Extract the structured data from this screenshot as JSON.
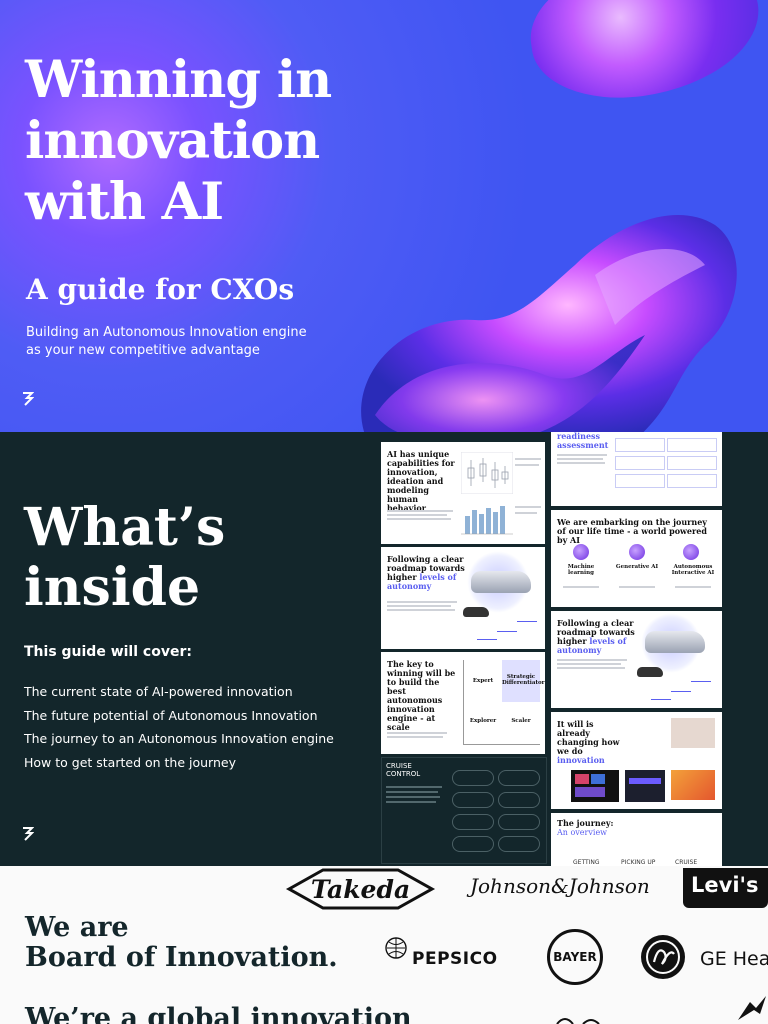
{
  "hero": {
    "title_lines": [
      "Winning in",
      "innovation",
      "with AI"
    ],
    "subtitle": "A guide for CXOs",
    "tagline_lines": [
      "Building an Autonomous Innovation engine",
      "as your new competitive advantage"
    ]
  },
  "inside": {
    "title_lines": [
      "What’s",
      "inside"
    ],
    "cover_label": "This guide will cover:",
    "items": [
      "The current state of AI-powered innovation",
      "The future potential of Autonomous Innovation",
      "The journey to an Autonomous Innovation engine",
      "How to get started on the journey"
    ],
    "thumbnails": {
      "ai_unique": "AI has unique capabilities for innovation, ideation and modeling human behavior",
      "roadmap_prefix": "Following a clear roadmap towards higher ",
      "roadmap_accent": "levels of autonomy",
      "key_to_winning": "The key to winning will be to build the best autonomous innovation engine - at scale",
      "quadrants": [
        "Expert",
        "Strategic Differentiator",
        "Explorer",
        "Scaler"
      ],
      "cruise_control": "CRUISE CONTROL",
      "readiness": "readiness assessment",
      "journey_of_lifetime": "We are embarking on the journey of our life time - a world powered by AI",
      "ai_kinds": [
        "Machine learning",
        "Generative AI",
        "Autonomous Interactive AI"
      ],
      "changing_prefix": "It will is already changing how we do ",
      "changing_accent": "innovation",
      "journey_title": "The journey:",
      "journey_accent": "An overview",
      "journey_stages": [
        "GETTING",
        "PICKING UP",
        "CRUISE"
      ]
    }
  },
  "boi": {
    "title_lines": [
      "We are",
      "Board of Innovation."
    ],
    "title2": "We’re a global innovation",
    "brands": [
      "Takeda",
      "Johnson&Johnson",
      "Levi's",
      "PEPSICO",
      "BAYER",
      "GE Heal"
    ]
  },
  "colors": {
    "hero_bg": "#3f55f2",
    "dark_bg": "#13262b",
    "accent": "#5a5ef0"
  }
}
